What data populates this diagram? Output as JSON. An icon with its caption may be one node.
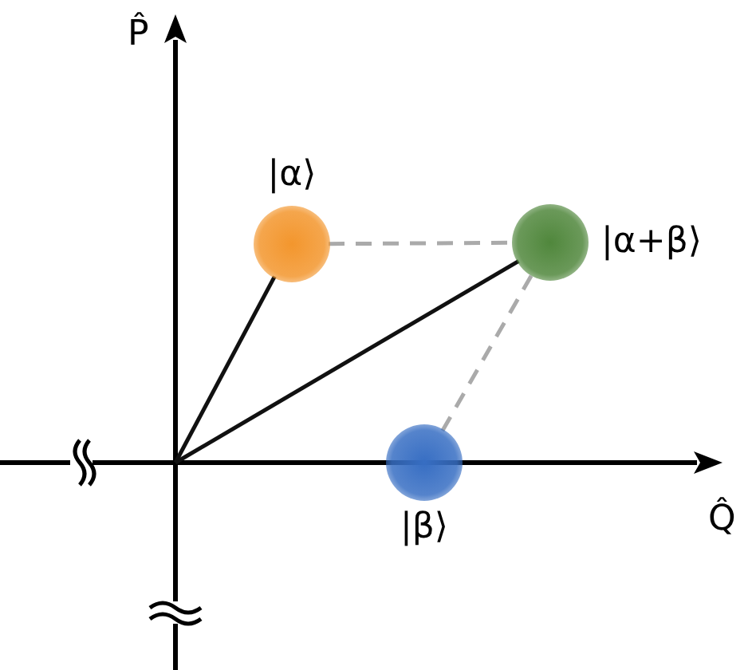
{
  "diagram": {
    "nodes": [
      {
        "text": [
          "|α⟩"
        ]
      },
      {
        "text": [
          "|α+β⟩"
        ]
      },
      {
        "text": [
          "|β⟩"
        ]
      }
    ],
    "edges": [
      {
        "from": null,
        "to": 0,
        "arrow": "none"
      },
      {
        "from": null,
        "to": 1,
        "arrow": "none"
      },
      {
        "from": 0,
        "to": 1,
        "arrow": "none",
        "style": "dashed",
        "color": "#aaaaaa"
      },
      {
        "from": 2,
        "to": 1,
        "arrow": "none",
        "style": "dashed",
        "color": "#aaaaaa"
      }
    ],
    "labels": [
      "P̂",
      "Q̂"
    ]
  }
}
